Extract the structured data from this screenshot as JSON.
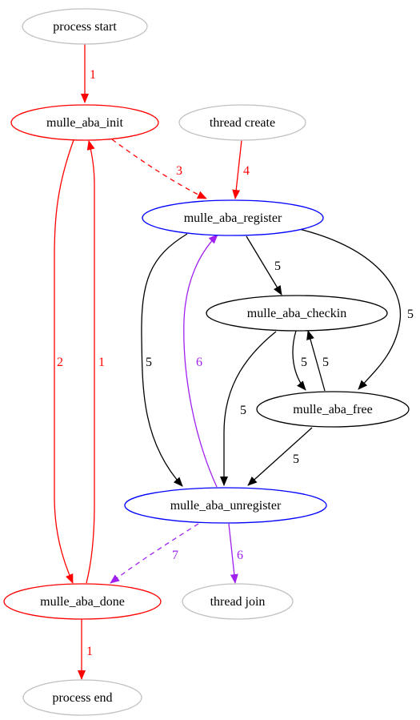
{
  "colors": {
    "gray": "#c0c0c0",
    "red": "#ff0000",
    "blue": "#0000ff",
    "black": "#000000",
    "purple": "#a020f0"
  },
  "nodes": {
    "process_start": "process start",
    "mulle_aba_init": "mulle_aba_init",
    "thread_create": "thread create",
    "mulle_aba_register": "mulle_aba_register",
    "mulle_aba_checkin": "mulle_aba_checkin",
    "mulle_aba_free": "mulle_aba_free",
    "mulle_aba_unregister": "mulle_aba_unregister",
    "mulle_aba_done": "mulle_aba_done",
    "thread_join": "thread join",
    "process_end": "process end"
  },
  "edges": {
    "start_to_init": "1",
    "init_to_register": "3",
    "create_to_register": "4",
    "init_to_done": "2",
    "done_to_init": "1",
    "register_to_checkin": "5",
    "register_to_free": "5",
    "register_to_unregister": "5",
    "unregister_to_register": "6",
    "checkin_to_free": "5",
    "free_to_checkin": "5",
    "checkin_to_unregister": "5",
    "free_to_unregister": "5",
    "unregister_to_done": "7",
    "unregister_to_join": "6",
    "done_to_end": "1"
  }
}
